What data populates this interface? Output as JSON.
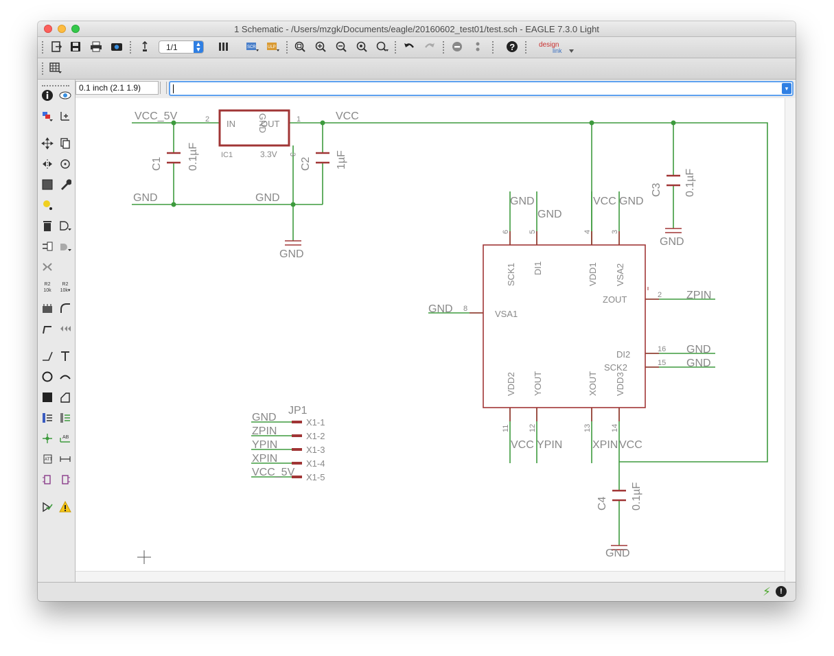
{
  "window": {
    "title": "1 Schematic - /Users/mzgk/Documents/eagle/20160602_test01/test.sch - EAGLE 7.3.0 Light"
  },
  "toolbar": {
    "sheet_value": "1/1",
    "designlink_label_top": "design",
    "designlink_label_bottom": "link"
  },
  "command_bar": {
    "coordinate": "0.1 inch (2.1 1.9)",
    "command_value": ""
  },
  "schematic": {
    "labels": {
      "vcc_5v_top": "VCC_5V",
      "vcc_top": "VCC",
      "gnd_left": "GND",
      "gnd_mid": "GND",
      "gnd_below_reg": "GND",
      "reg_in": "IN",
      "reg_gnd": "GND",
      "reg_out": "OUT",
      "reg_name": "IC1",
      "reg_value": "3.3V",
      "reg_pin_in": "2",
      "reg_pin_out": "1",
      "reg_pin_gnd": "3",
      "c1_name": "C1",
      "c1_value": "0.1µF",
      "c2_name": "C2",
      "c2_value": "1µF",
      "c3_name": "C3",
      "c3_value": "0.1µF",
      "c3_gnd": "GND",
      "c4_name": "C4",
      "c4_value": "0.1µF",
      "c4_gnd": "GND",
      "gnd_pin6": "GND",
      "gnd_pin5": "GND",
      "vcc_pin4": "VCC",
      "gnd_pin3": "GND",
      "pin6": "6",
      "pin5": "5",
      "pin4": "4",
      "pin3": "3",
      "pin8": "8",
      "pin2": "2",
      "pin16": "16",
      "pin15": "15",
      "pin11": "11",
      "pin12": "12",
      "pin13": "13",
      "pin14": "14",
      "sck1": "SCK1",
      "di1": "DI1",
      "vdd1": "VDD1",
      "vsa2": "VSA2",
      "zout": "ZOUT",
      "vsa1": "VSA1",
      "di2": "DI2",
      "sck2": "SCK2",
      "vdd2": "VDD2",
      "yout": "YOUT",
      "xout": "XOUT",
      "vdd3": "VDD3",
      "gnd_pin8": "GND",
      "zpin_right": "ZPIN",
      "gnd_pin16": "GND",
      "gnd_pin15": "GND",
      "vcc_pin11": "VCC",
      "ypin_pin12": "YPIN",
      "xpin_pin13": "XPIN",
      "vcc_pin14": "VCC",
      "jp1": "JP1",
      "jp_net1": "GND",
      "jp_net2": "ZPIN",
      "jp_net3": "YPIN",
      "jp_net4": "XPIN",
      "jp_net5": "VCC_5V",
      "jp_pin1": "X1-1",
      "jp_pin2": "X1-2",
      "jp_pin3": "X1-3",
      "jp_pin4": "X1-4",
      "jp_pin5": "X1-5"
    }
  },
  "colors": {
    "net": "#3d9a3d",
    "symbol": "#a03535",
    "text": "#7a7a7a",
    "accent": "#2f7fe3"
  },
  "icons": {
    "toolbar": [
      "open-icon",
      "save-icon",
      "print-icon",
      "cam-icon",
      "export-icon",
      "sheet-select",
      "library-icon",
      "script-icon",
      "run-ulp-icon",
      "zoom-fit-icon",
      "zoom-in-icon",
      "zoom-out-icon",
      "zoom-redraw-icon",
      "zoom-select-icon",
      "undo-icon",
      "redo-icon",
      "stop-icon",
      "go-icon",
      "help-icon",
      "designlink-icon"
    ],
    "sidebar": [
      "info-icon",
      "show-icon",
      "layer-icon",
      "mark-icon",
      "move-icon",
      "copy-icon",
      "mirror-icon",
      "rotate-icon",
      "group-icon",
      "change-icon",
      "paste-icon",
      "delete-icon",
      "add-icon",
      "pinswap-icon",
      "replace-icon",
      "gateswap-icon",
      "name-icon",
      "value-icon",
      "smash-icon",
      "miter-icon",
      "split-icon",
      "invoke-icon",
      "wire-icon",
      "text-icon",
      "circle-icon",
      "arc-icon",
      "rect-icon",
      "polygon-icon",
      "bus-icon",
      "net-icon",
      "junction-icon",
      "label-icon",
      "attribute-icon",
      "dimension-icon",
      "frame-icon",
      "frame2-icon",
      "erc-icon",
      "errors-icon"
    ]
  }
}
